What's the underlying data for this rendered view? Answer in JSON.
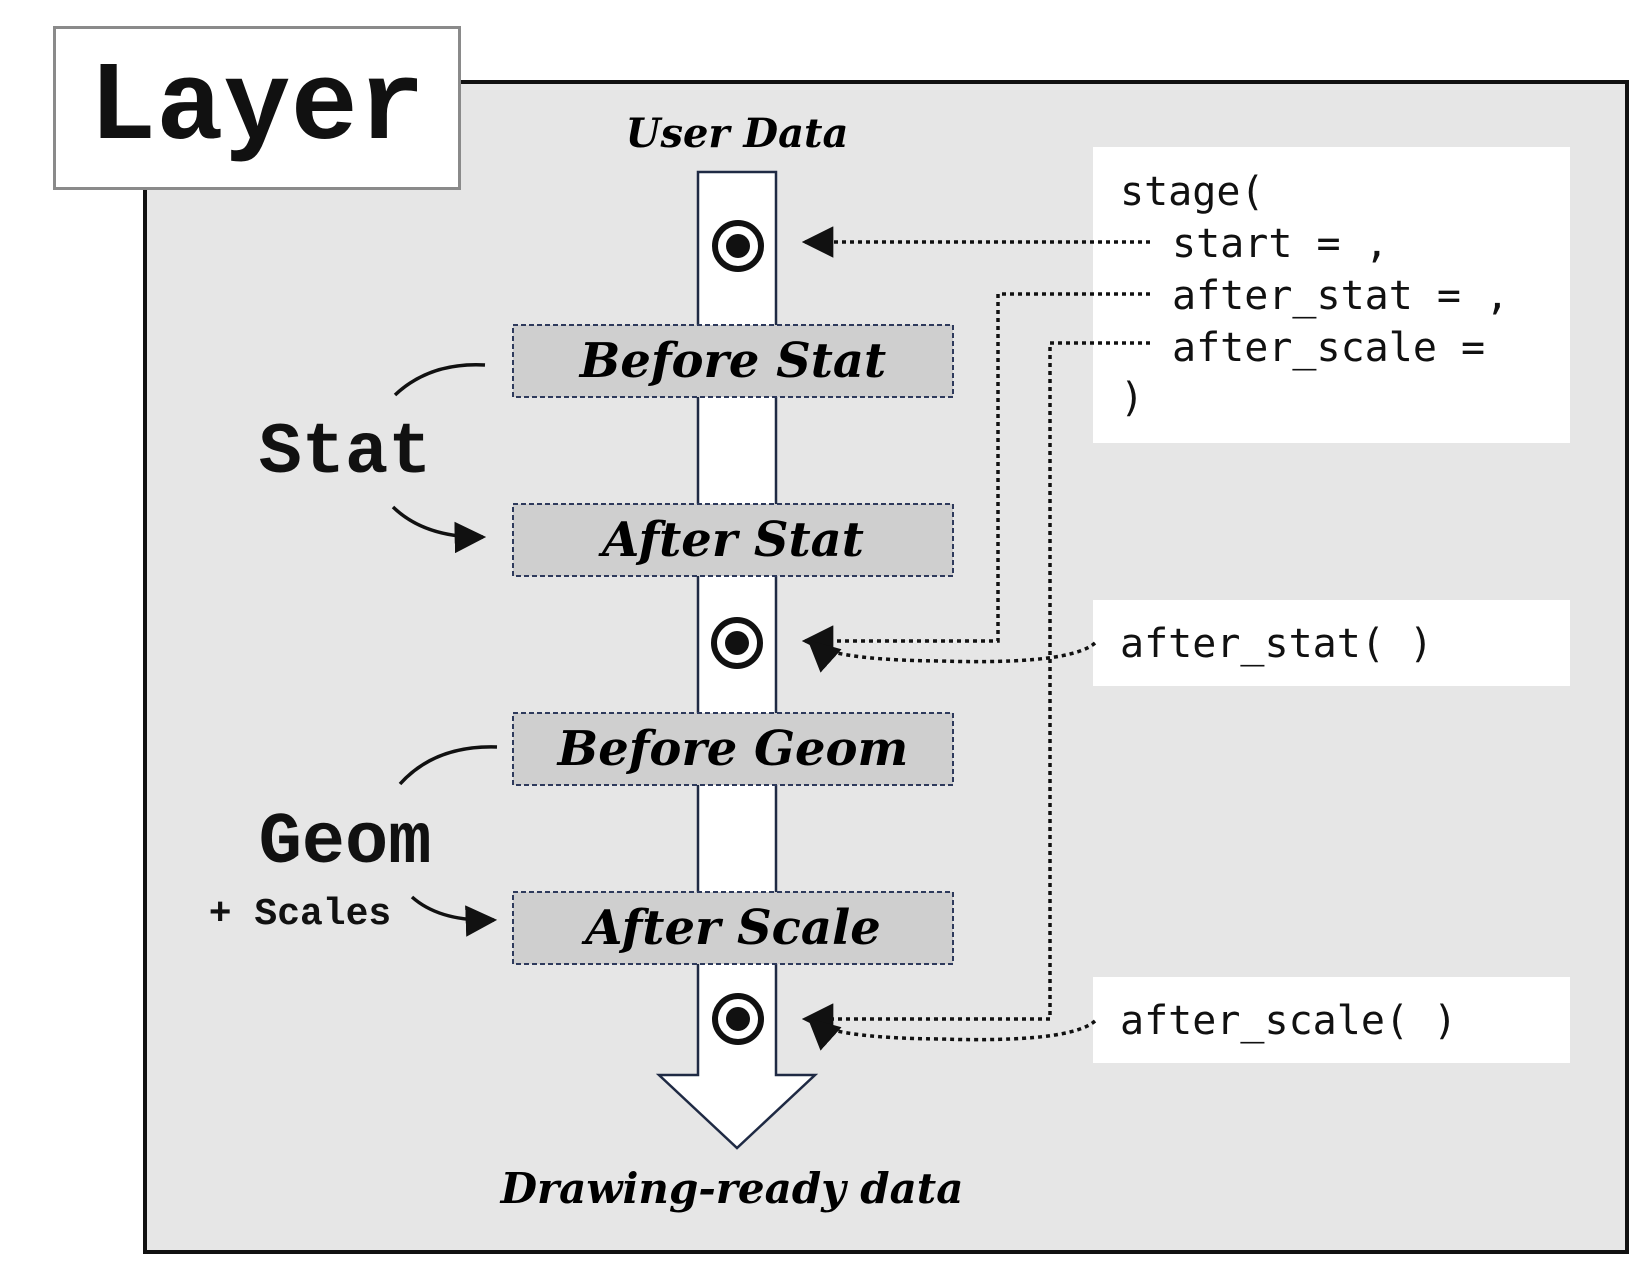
{
  "title": "Layer",
  "flow": {
    "top_label": "User Data",
    "bottom_label": "Drawing-ready data",
    "stages": [
      "Before Stat",
      "After Stat",
      "Before Geom",
      "After Scale"
    ]
  },
  "groups": {
    "stat": "Stat",
    "geom": "Geom",
    "scales": "+ Scales"
  },
  "code": {
    "stage": {
      "line1": "stage(",
      "line2": "start = ,",
      "line3": "after_stat = ,",
      "line4": "after_scale =",
      "line5": ")"
    },
    "after_stat": "after_stat( )",
    "after_scale": "after_scale( )"
  },
  "colors": {
    "panel_bg": "#e6e6e6",
    "stage_box_bg": "#cfcfcf",
    "stage_box_border": "#2e3a5c",
    "arrow_border": "#1f2a44"
  },
  "icons": [
    "target-marker-icon"
  ]
}
